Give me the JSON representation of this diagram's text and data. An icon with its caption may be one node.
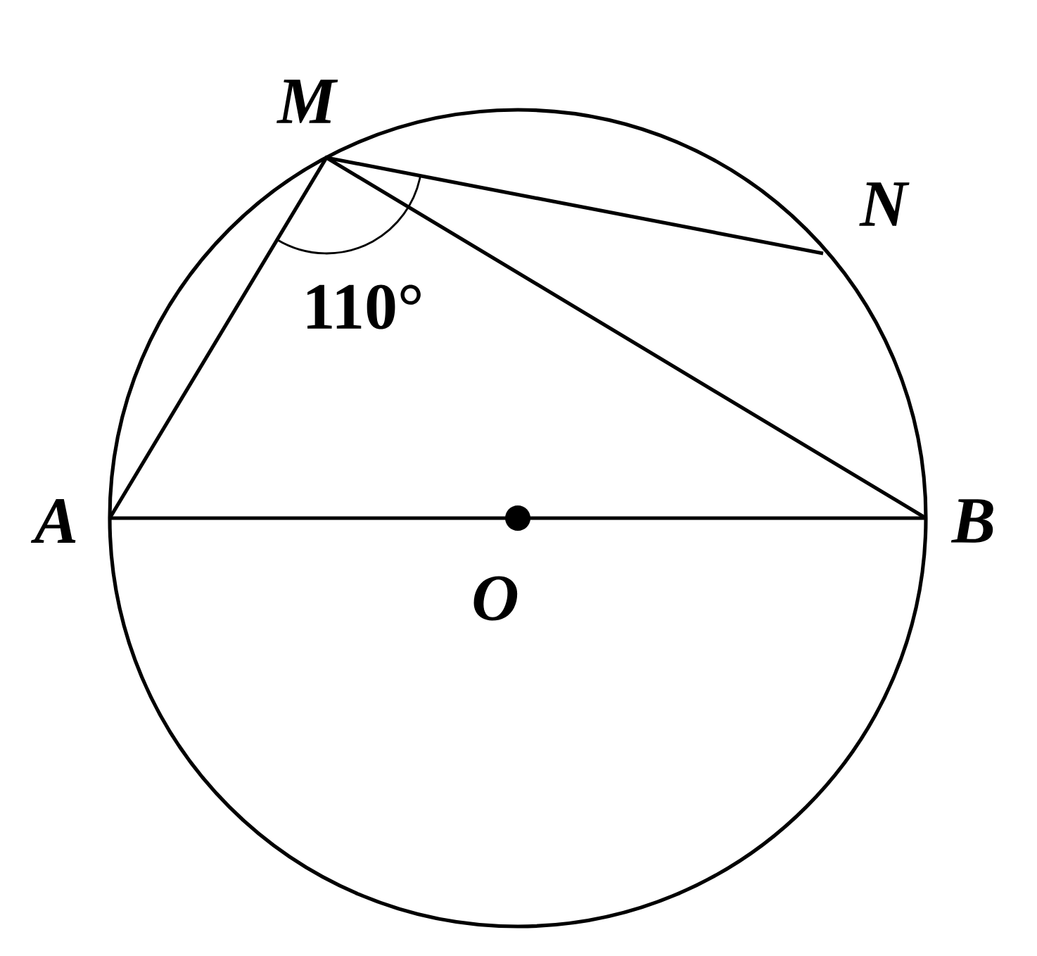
{
  "diagram": {
    "labels": [
      "M",
      "N",
      "110°",
      "A",
      "O",
      "B"
    ]
  }
}
